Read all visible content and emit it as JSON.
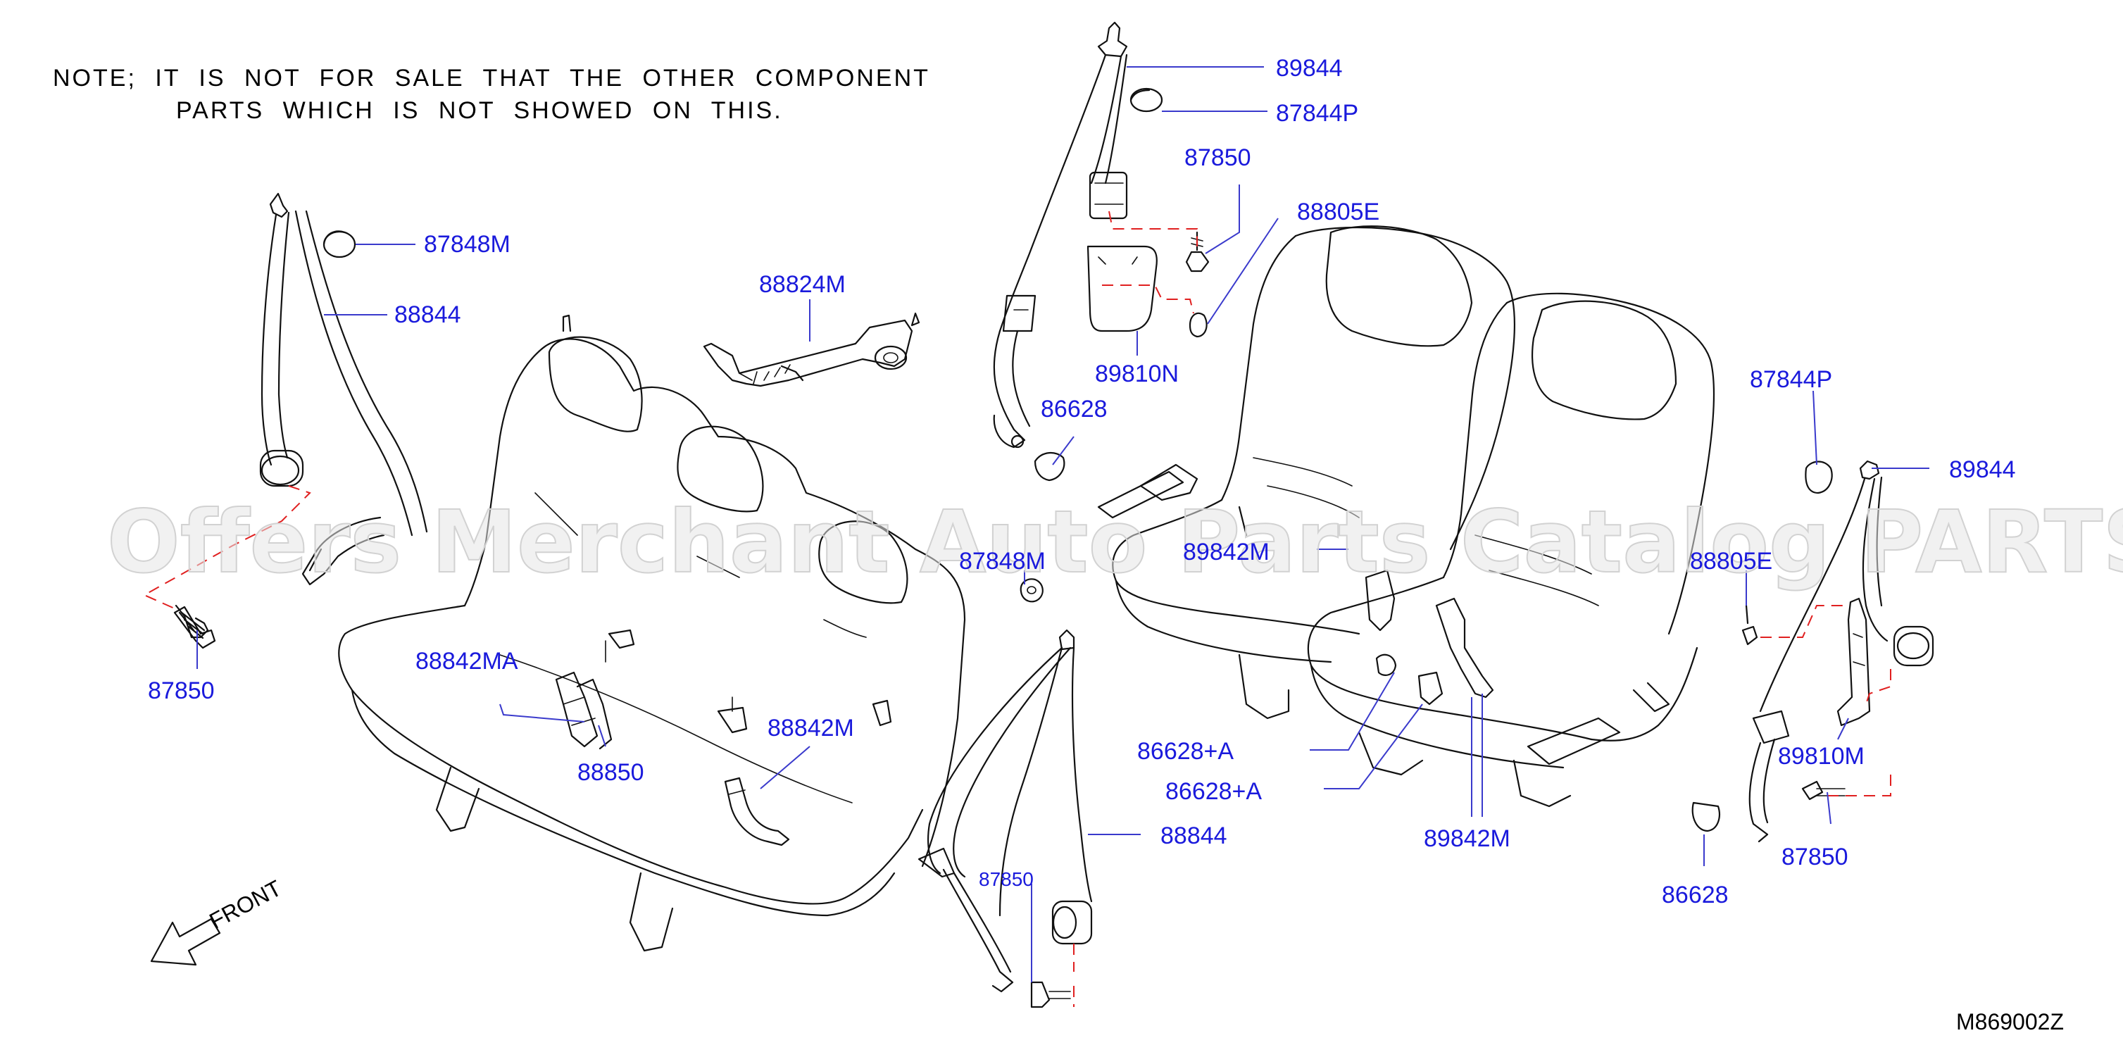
{
  "note": {
    "line1": "NOTE; IT IS NOT FOR SALE THAT THE OTHER COMPONENT",
    "line2": "PARTS WHICH IS NOT SHOWED ON THIS."
  },
  "watermark": "Offers Merchant Auto Parts Catalog PARTSTORE.SA",
  "front_label": "FRONT",
  "diagram_code": "M869002Z",
  "callouts": {
    "c87848M": "87848M",
    "c88844_left": "88844",
    "c87850_left": "87850",
    "c88824M": "88824M",
    "c88842MA": "88842MA",
    "c88850": "88850",
    "c88842M": "88842M",
    "c87848M_mid": "87848M",
    "c89844_top": "89844",
    "c87844P_top": "87844P",
    "c87850_top": "87850",
    "c88805E_top": "88805E",
    "c89810N": "89810N",
    "c86628_top": "86628",
    "c89842M_hidden": "89842M",
    "c88844_mid": "88844",
    "c87850_mid": "87850",
    "c86628A_1": "86628+A",
    "c86628A_2": "86628+A",
    "c89842M": "89842M",
    "c87844P_right": "87844P",
    "c89844_right": "89844",
    "c88805E_right": "88805E",
    "c89810M": "89810M",
    "c87850_right": "87850",
    "c86628_right": "86628"
  }
}
